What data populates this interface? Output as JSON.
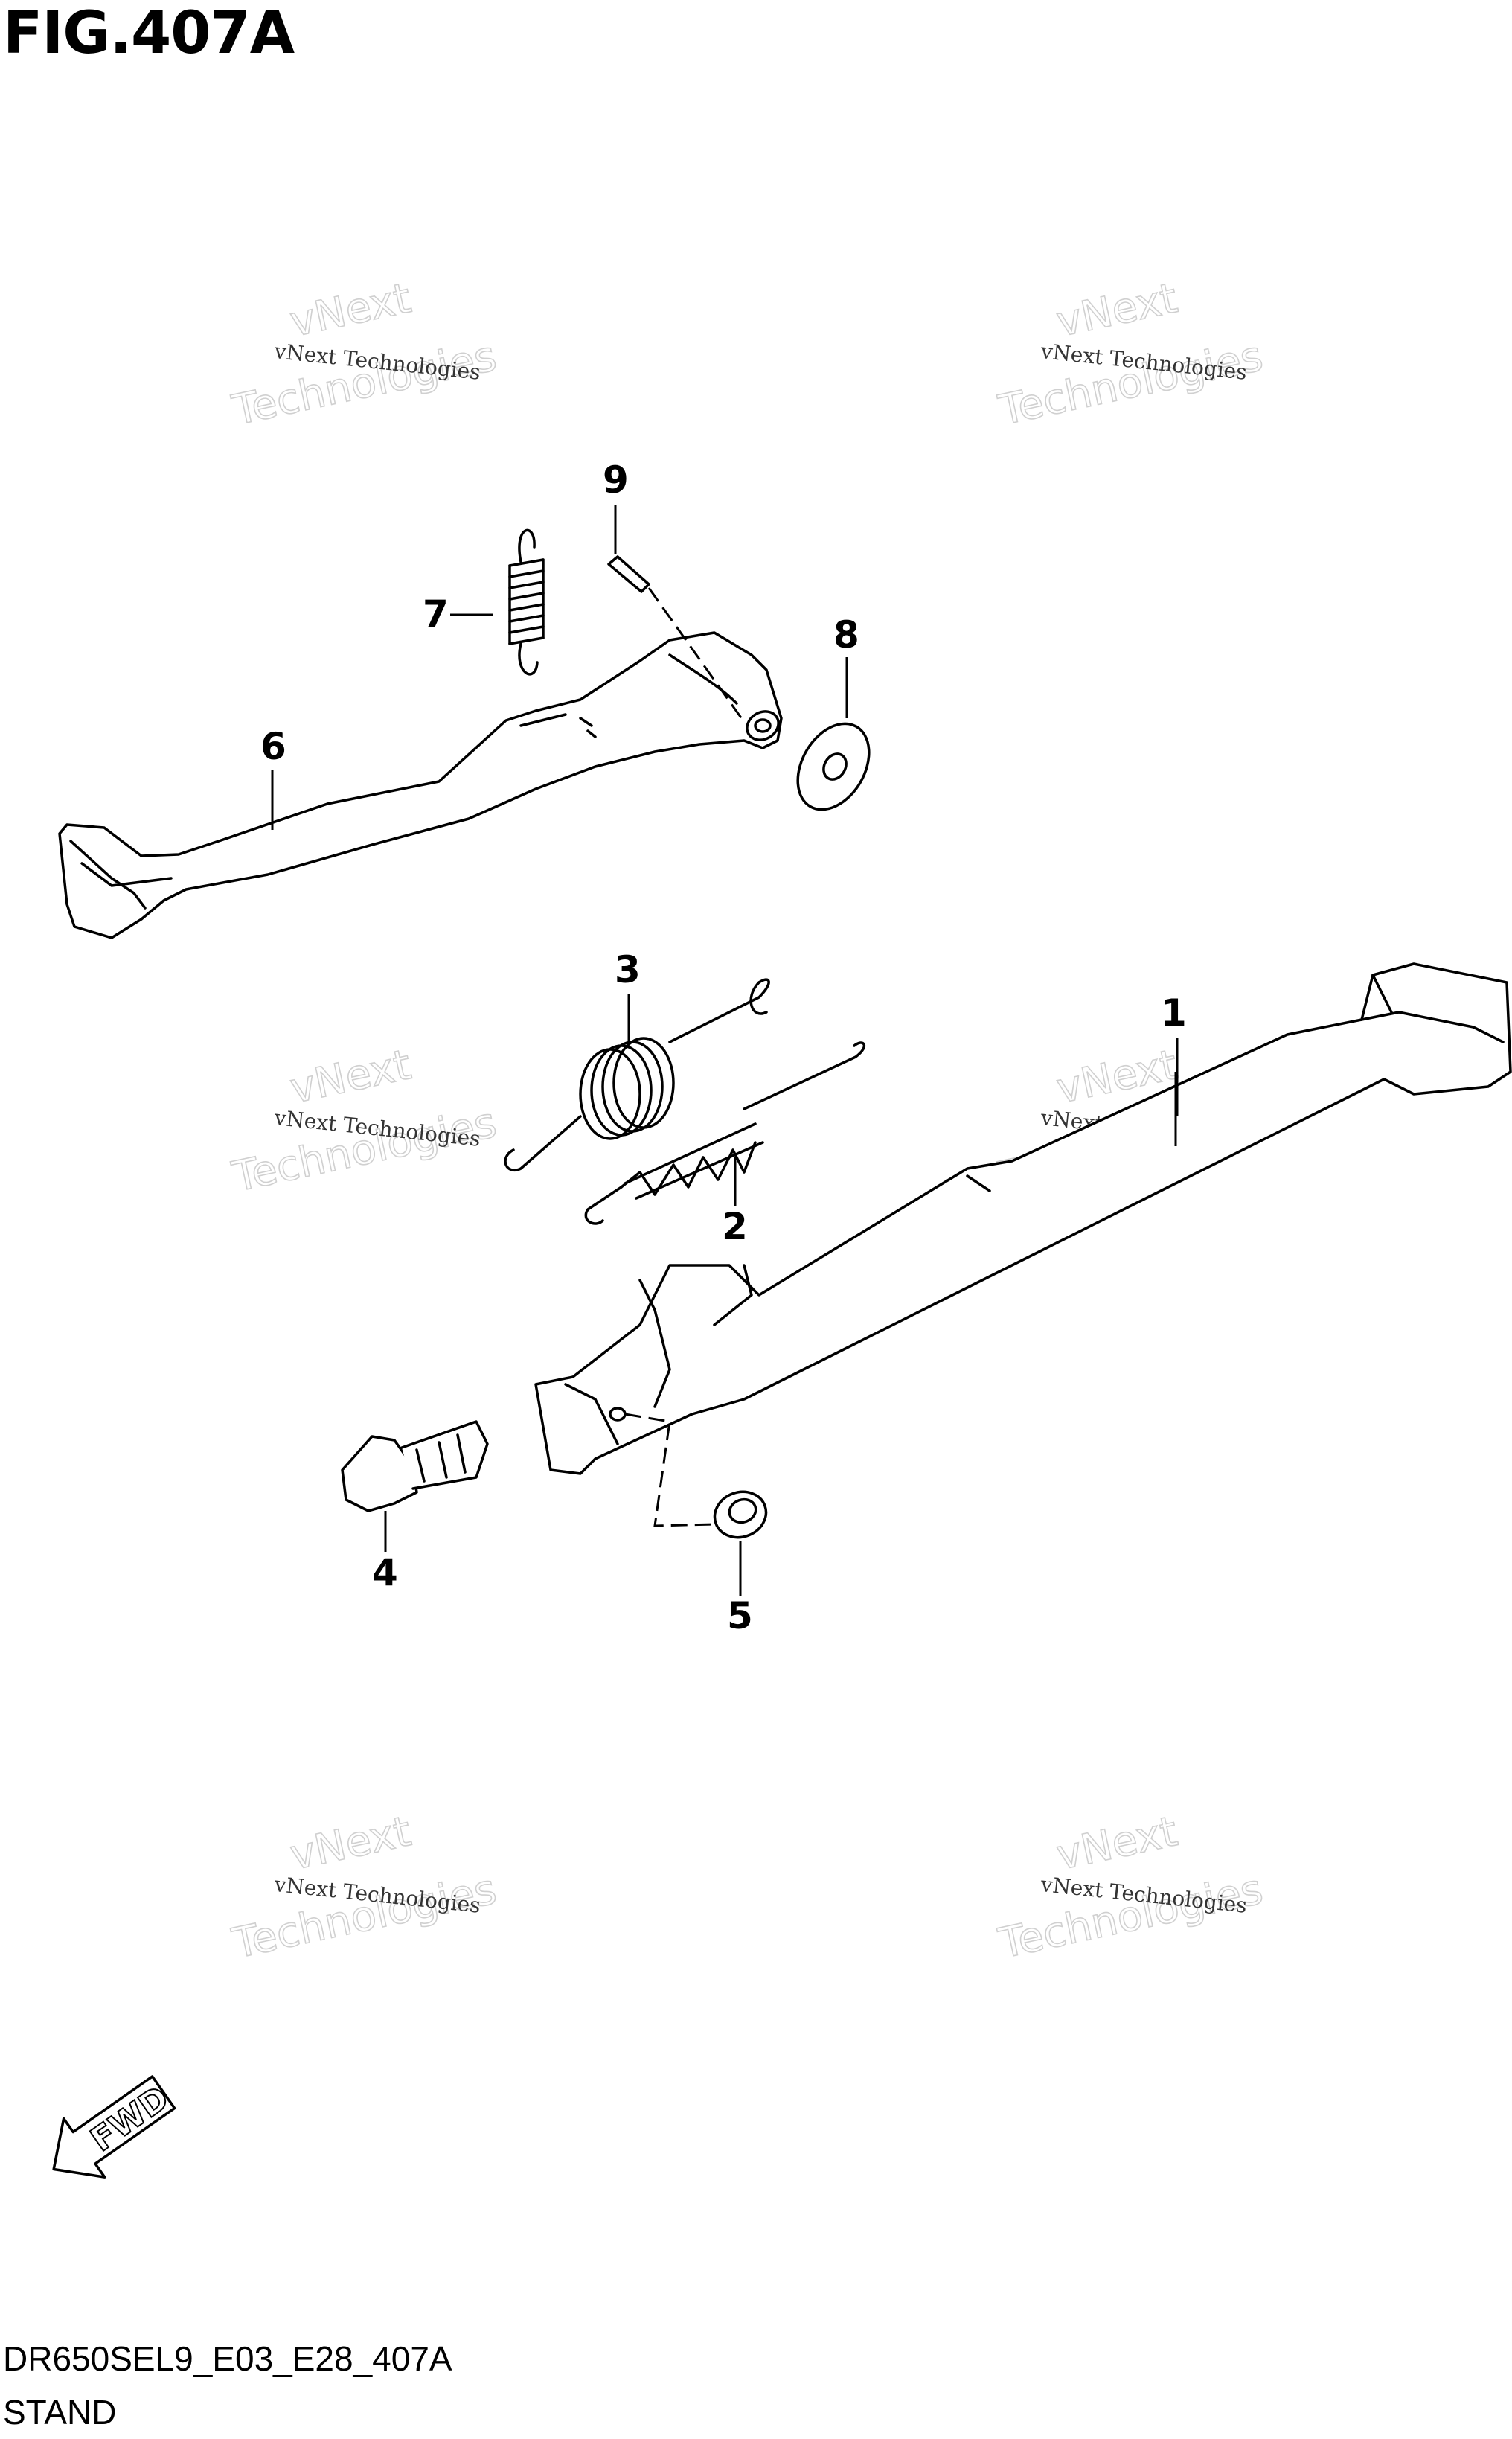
{
  "figure": {
    "title": "FIG.407A",
    "code": "DR650SEL9_E03_E28_407A",
    "name": "STAND"
  },
  "callouts": [
    {
      "id": "part-1",
      "label": "1"
    },
    {
      "id": "part-2",
      "label": "2"
    },
    {
      "id": "part-3",
      "label": "3"
    },
    {
      "id": "part-4",
      "label": "4"
    },
    {
      "id": "part-5",
      "label": "5"
    },
    {
      "id": "part-6",
      "label": "6"
    },
    {
      "id": "part-7",
      "label": "7"
    },
    {
      "id": "part-8",
      "label": "8"
    },
    {
      "id": "part-9",
      "label": "9"
    }
  ],
  "direction_arrow": {
    "label": "FWD",
    "icon": "forward-arrow-icon"
  },
  "watermark": {
    "small": "vNext Technologies",
    "big_line1": "vNext",
    "big_line2": "Technologies"
  }
}
